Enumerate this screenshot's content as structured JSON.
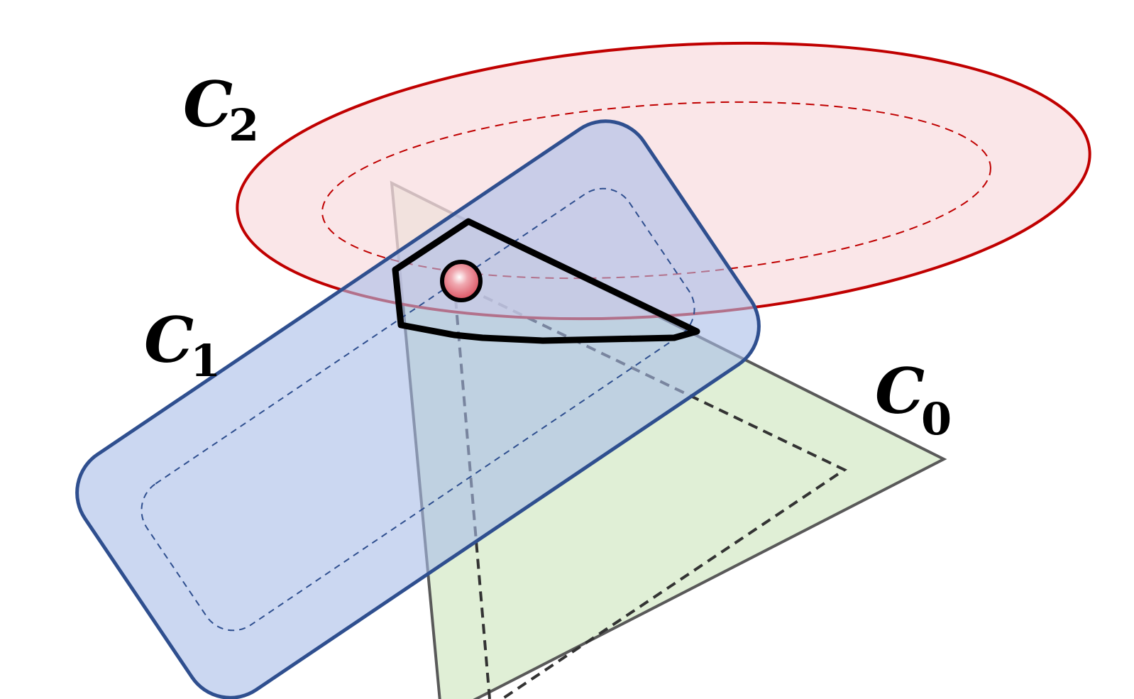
{
  "labels": {
    "c2": {
      "letter": "C",
      "sub": "2"
    },
    "c1": {
      "letter": "C",
      "sub": "1"
    },
    "c0": {
      "letter": "C",
      "sub": "0"
    }
  },
  "colors": {
    "ellipse_stroke": "#c00000",
    "ellipse_fill": "#f8dde0",
    "rect_stroke": "#2f4f8f",
    "rect_fill": "#a9bde8",
    "tri_stroke": "#595959",
    "tri_fill": "#d3e8c4",
    "intersection_stroke": "#000000",
    "point_fill": "#e06070"
  }
}
